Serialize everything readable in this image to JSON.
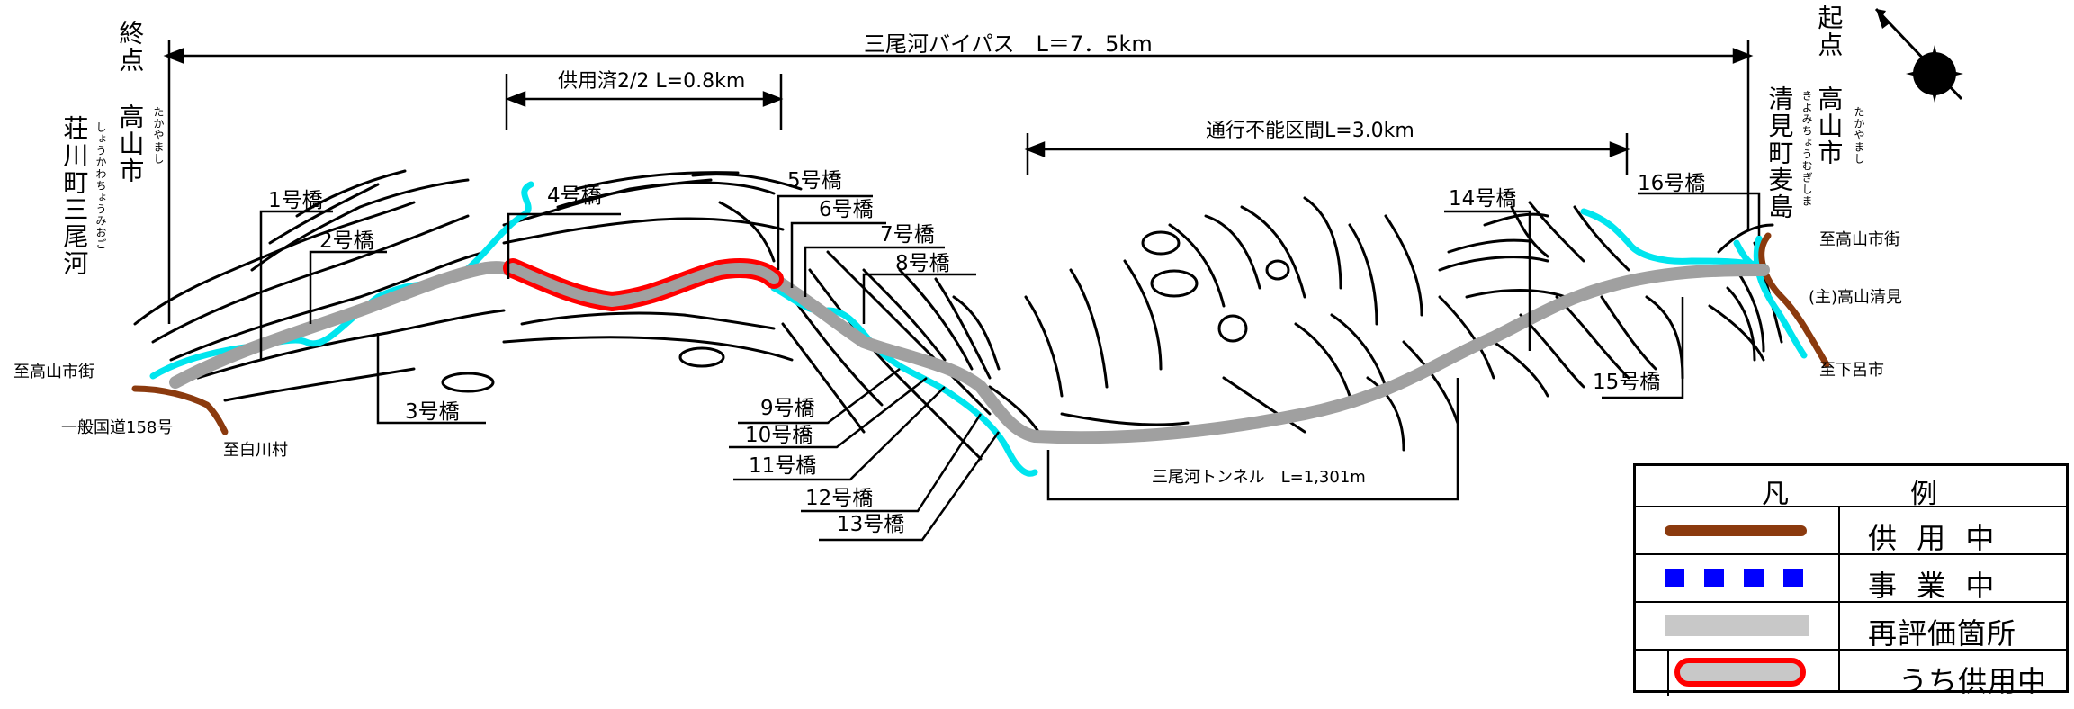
{
  "header": {
    "bypass_name": "三尾河バイパス",
    "bypass_length": "L＝7．5km",
    "in_service": "供用済2/2 L=0.8km",
    "closed_section": "通行不能区間L=3.0km"
  },
  "endpoints": {
    "end_label": "終点",
    "end_city": "高山市",
    "end_city_ruby": "たかやまし",
    "end_place": "荘川町三尾河",
    "end_place_ruby": "しょうかわちょうみおご",
    "start_label": "起点",
    "start_city": "高山市",
    "start_city_ruby": "たかやまし",
    "start_place": "清見町麦島",
    "start_place_ruby": "きよみちょうむぎしま"
  },
  "directions": {
    "to_takayama_left": "至高山市街",
    "national_route": "一般国道158号",
    "to_shirakawa": "至白川村",
    "to_takayama_right": "至高山市街",
    "main_road": "(主)高山清見",
    "to_gero": "至下呂市"
  },
  "bridges": [
    "1号橋",
    "2号橋",
    "3号橋",
    "4号橋",
    "5号橋",
    "6号橋",
    "7号橋",
    "8号橋",
    "9号橋",
    "10号橋",
    "11号橋",
    "12号橋",
    "13号橋",
    "14号橋",
    "15号橋",
    "16号橋"
  ],
  "tunnel": "三尾河トンネル　L=1,301m",
  "legend": {
    "title_left": "凡",
    "title_right": "例",
    "items": [
      {
        "label": "供 用 中",
        "color": "#8b3a0e"
      },
      {
        "label": "事 業 中",
        "color": "#0000ff"
      },
      {
        "label": "再評価箇所",
        "color": "#a0a0a0"
      },
      {
        "label": "うち供用中",
        "color": "#ff0000"
      }
    ]
  },
  "colors": {
    "existing_road": "#8b3a0e",
    "river": "#00e5ee",
    "bypass": "#a0a0a0",
    "in_service": "#ff0000",
    "contour": "#000000"
  },
  "icons": [
    "north-arrow-icon"
  ]
}
